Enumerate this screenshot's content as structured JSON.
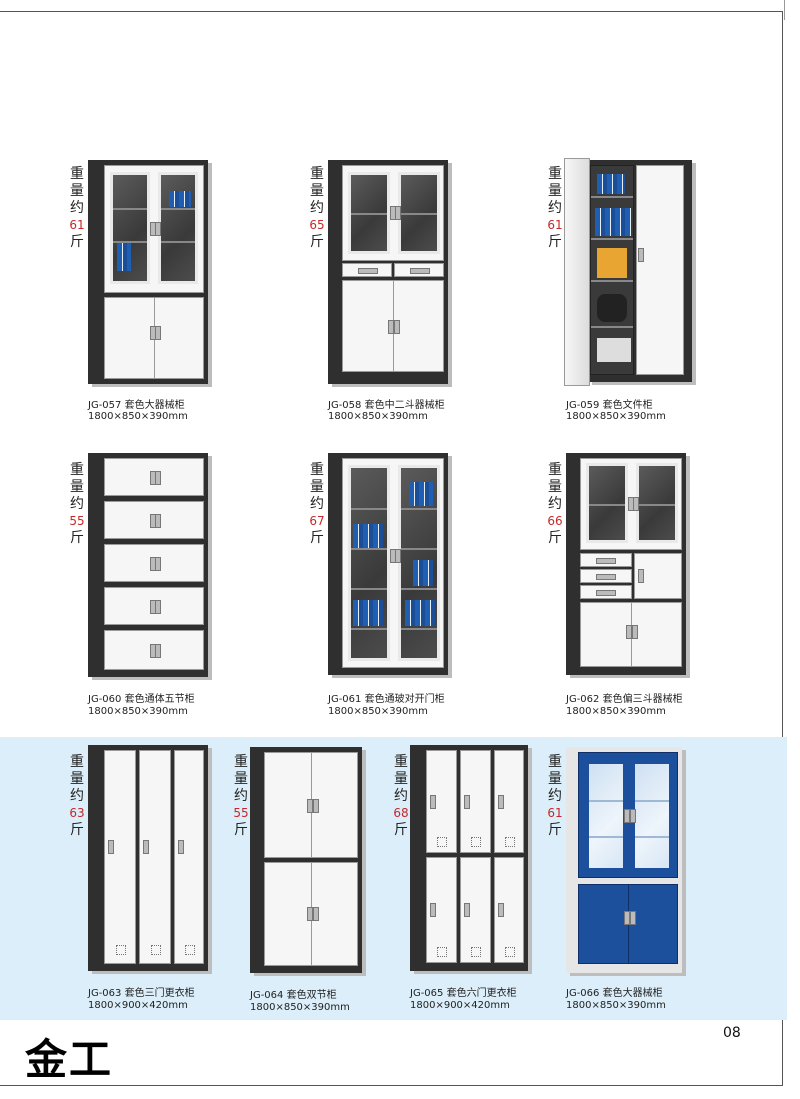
{
  "weight_label_chars": [
    "重",
    "量",
    "约"
  ],
  "weight_unit": "斤",
  "products": [
    {
      "model": "JG-057 套色大器械柜",
      "dims": "1800×850×390mm",
      "weight": "61"
    },
    {
      "model": "JG-058 套色中二斗器械柜",
      "dims": "1800×850×390mm",
      "weight": "65"
    },
    {
      "model": "JG-059 套色文件柜",
      "dims": "1800×850×390mm",
      "weight": "61"
    },
    {
      "model": "JG-060 套色通体五节柜",
      "dims": "1800×850×390mm",
      "weight": "55"
    },
    {
      "model": "JG-061 套色通玻对开门柜",
      "dims": "1800×850×390mm",
      "weight": "67"
    },
    {
      "model": "JG-062 套色偏三斗器械柜",
      "dims": "1800×850×390mm",
      "weight": "66"
    },
    {
      "model": "JG-063 套色三门更衣柜",
      "dims": "1800×900×420mm",
      "weight": "63"
    },
    {
      "model": "JG-064 套色双节柜",
      "dims": "1800×850×390mm",
      "weight": "55"
    },
    {
      "model": "JG-065 套色六门更衣柜",
      "dims": "1800×900×420mm",
      "weight": "68"
    },
    {
      "model": "JG-066 套色大器械柜",
      "dims": "1800×850×390mm",
      "weight": "61"
    }
  ],
  "footer": {
    "brand": "金工",
    "page_number": "08"
  }
}
